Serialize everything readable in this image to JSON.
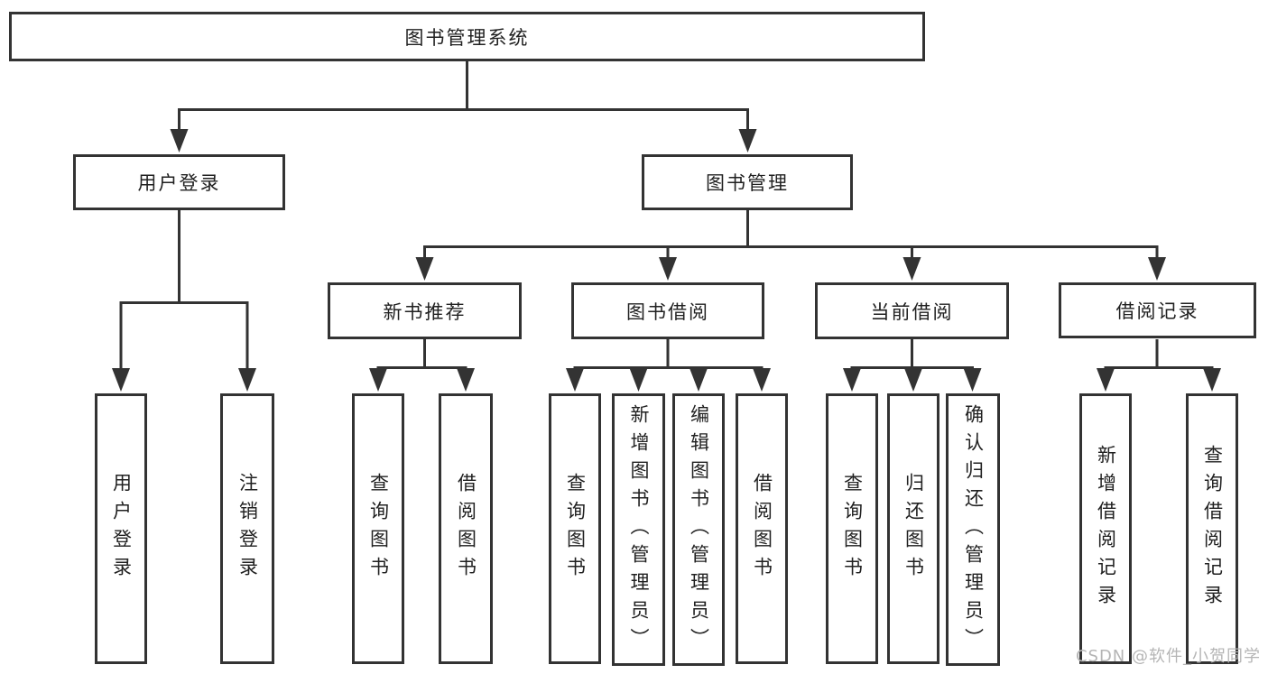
{
  "nodes": {
    "root": "图书管理系统",
    "login": "用户登录",
    "mgmt": "图书管理",
    "recommend": "新书推荐",
    "borrow": "图书借阅",
    "current": "当前借阅",
    "records": "借阅记录",
    "login_children": [
      "用户登录",
      "注销登录"
    ],
    "recommend_children": [
      "查询图书",
      "借阅图书"
    ],
    "borrow_children": [
      "查询图书",
      "新增图书（管理员）",
      "编辑图书（管理员）",
      "借阅图书"
    ],
    "current_children": [
      "查询图书",
      "归还图书",
      "确认归还（管理员）"
    ],
    "records_children": [
      "新增借阅记录",
      "查询借阅记录"
    ]
  },
  "watermark": "CSDN @软件_小贺同学",
  "colors": {
    "line": "#333333",
    "text": "#212121",
    "watermark": "#b5b5b5",
    "background": "#ffffff"
  }
}
